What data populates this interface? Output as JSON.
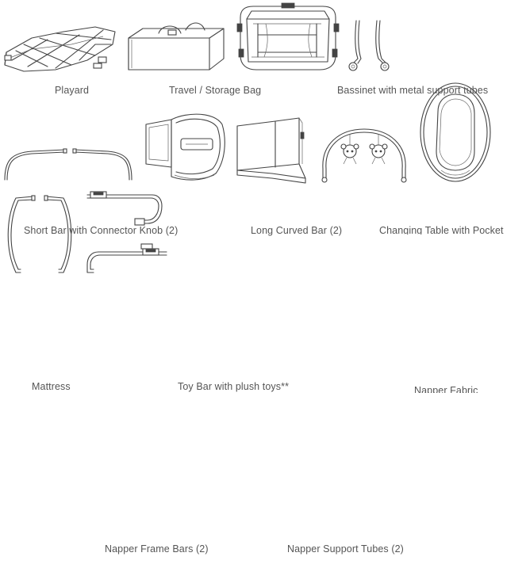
{
  "parts": [
    {
      "id": "playard",
      "label": "Playard",
      "icon": "playard-icon"
    },
    {
      "id": "bag",
      "label": "Travel / Storage Bag",
      "icon": "storage-bag-icon"
    },
    {
      "id": "bassinet",
      "label": "Bassinet with metal support tubes",
      "icon": "bassinet-icon"
    },
    {
      "id": "short-bar",
      "label": "Short Bar with Connector Knob (2)",
      "icon": "short-bar-icon"
    },
    {
      "id": "long-bar",
      "label": "Long Curved Bar (2)",
      "icon": "long-curved-bar-icon"
    },
    {
      "id": "changing-table",
      "label": "Changing Table with Pocket",
      "icon": "changing-table-icon"
    },
    {
      "id": "mattress",
      "label": "Mattress",
      "icon": "mattress-icon"
    },
    {
      "id": "toy-bar",
      "label": "Toy Bar with plush toys**",
      "icon": "toy-bar-icon"
    },
    {
      "id": "napper-fabric",
      "label": "Napper Fabric",
      "icon": "napper-fabric-icon"
    },
    {
      "id": "napper-frame",
      "label": "Napper Frame Bars (2)",
      "icon": "napper-frame-bars-icon"
    },
    {
      "id": "napper-support",
      "label": "Napper Support Tubes (2)",
      "icon": "napper-support-tubes-icon"
    }
  ]
}
